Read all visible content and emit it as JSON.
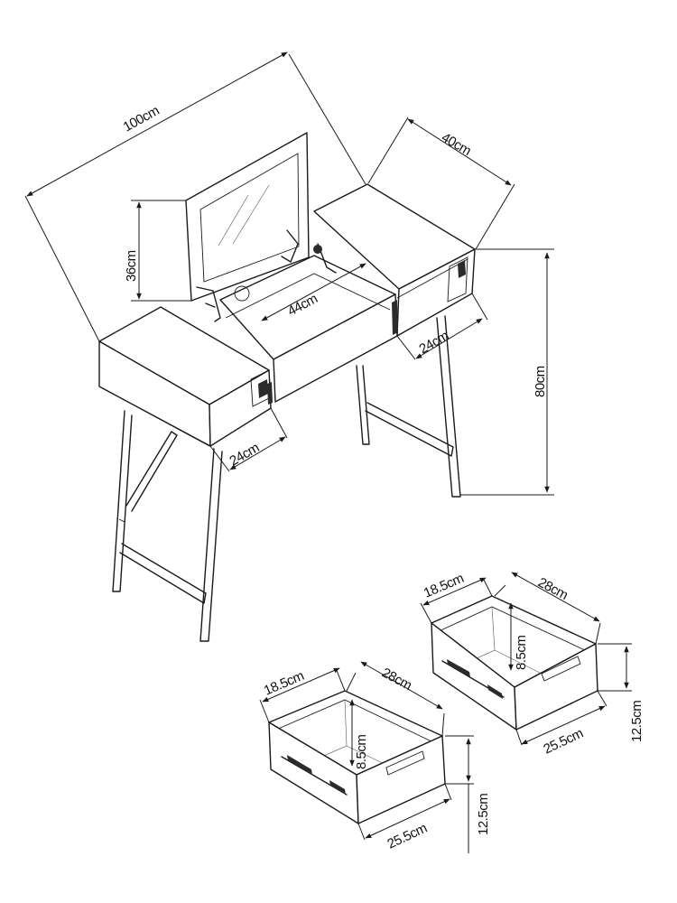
{
  "diagram": {
    "dimensions": {
      "width": "100cm",
      "depth": "40cm",
      "mirror_height": "36cm",
      "center_drawer_width": "44cm",
      "right_opening_depth": "24cm",
      "left_opening_depth": "24cm",
      "total_height": "80cm"
    },
    "drawer_right": {
      "depth_top": "18.5cm",
      "width_top": "28cm",
      "inner_height": "8.5cm",
      "front_width": "25.5cm",
      "front_height": "12.5cm"
    },
    "drawer_left": {
      "depth_top": "18.5cm",
      "width_top": "28cm",
      "inner_height": "8.5cm",
      "front_width": "25.5cm",
      "front_height": "12.5cm"
    }
  }
}
